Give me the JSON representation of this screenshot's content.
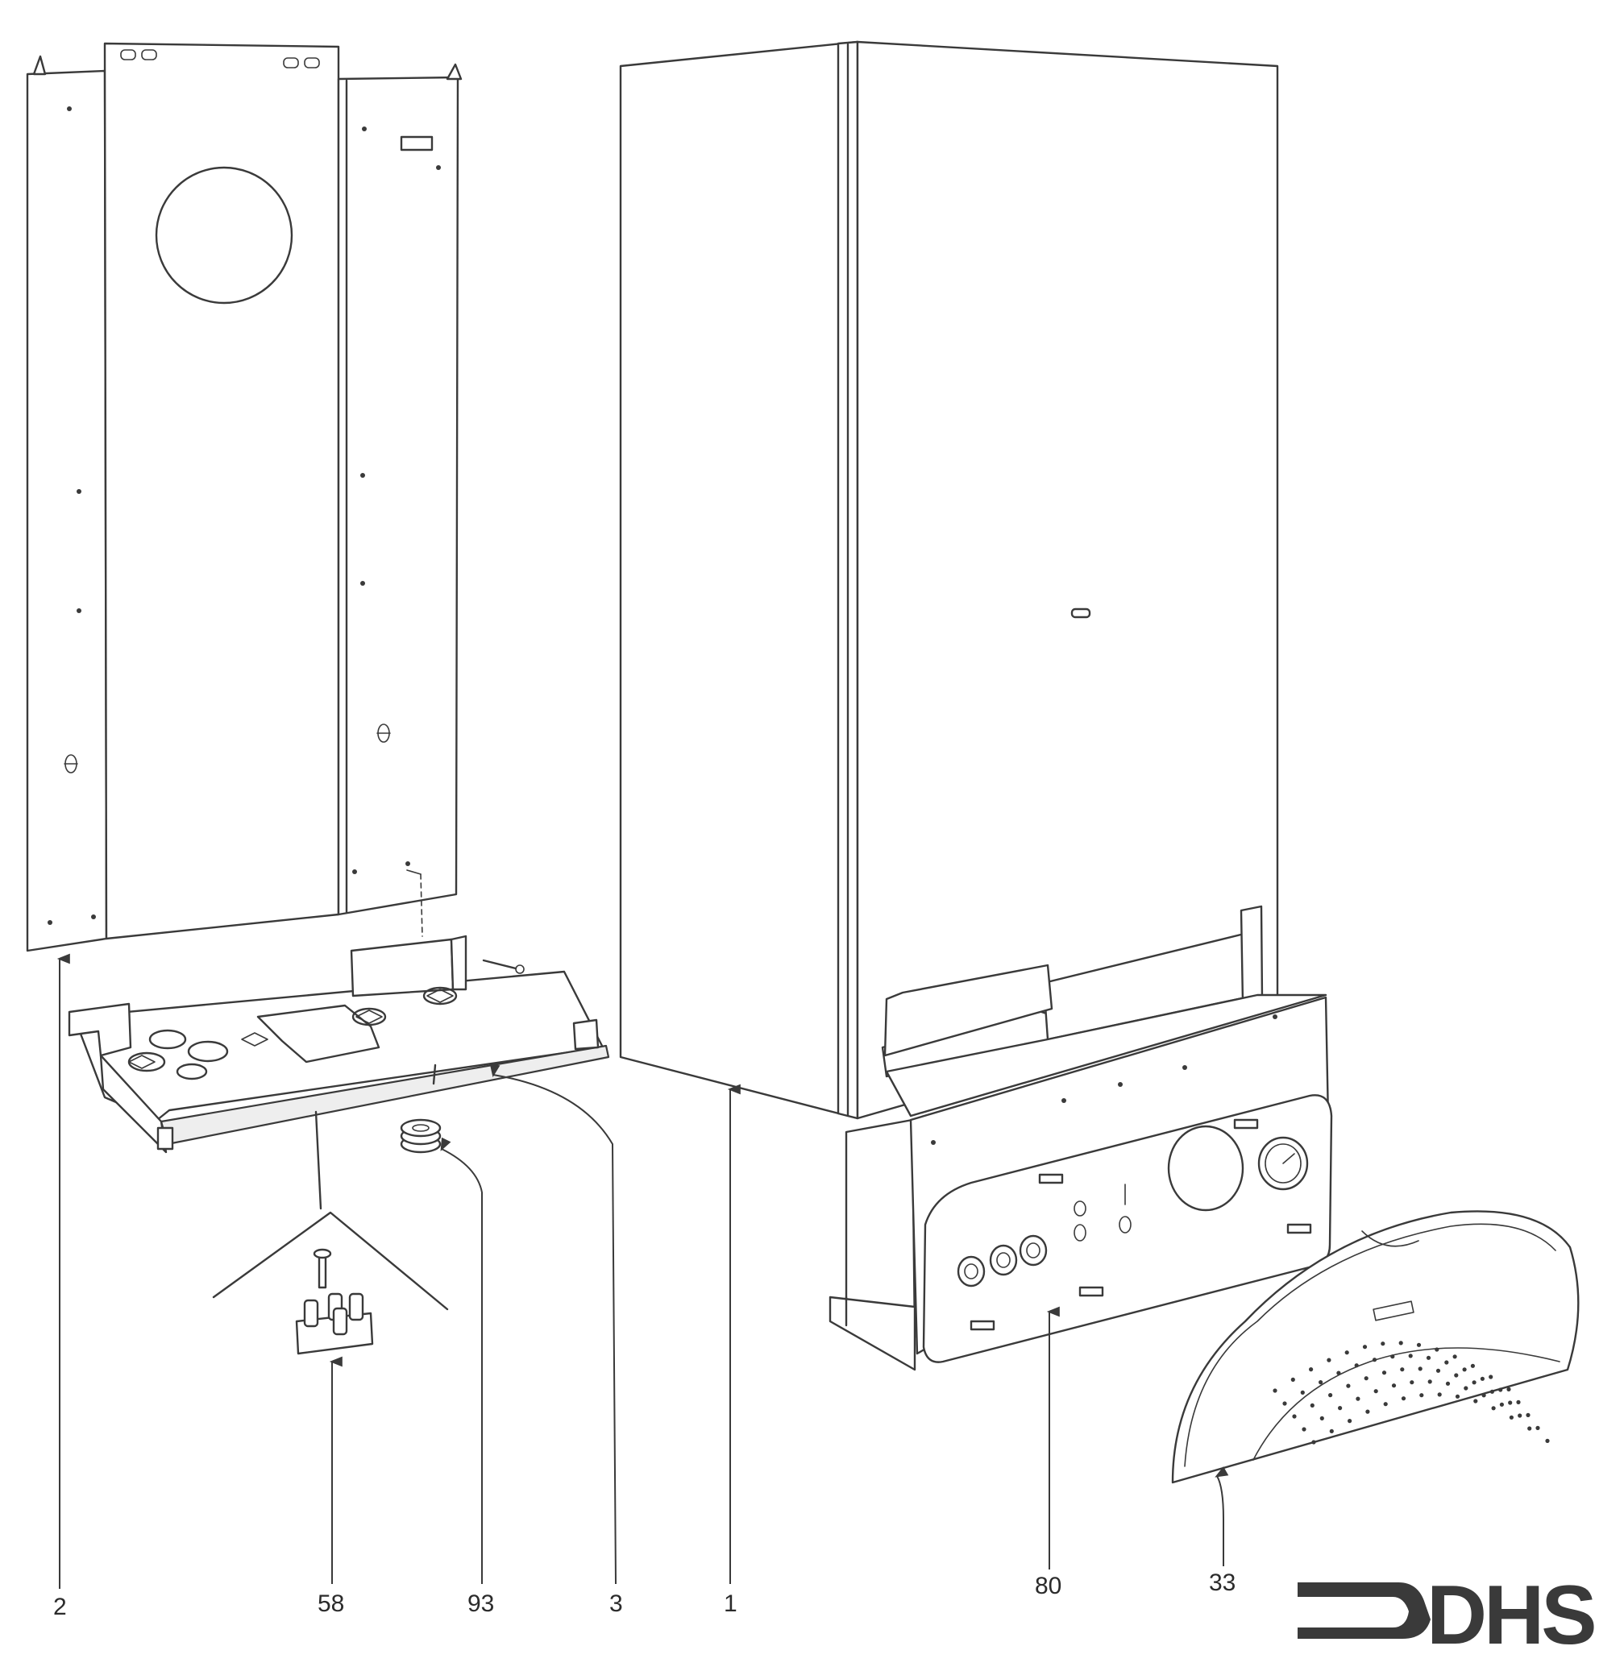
{
  "diagram": {
    "labels": {
      "part_2": "2",
      "part_58": "58",
      "part_93": "93",
      "part_3": "3",
      "part_1": "1",
      "part_80": "80",
      "part_33": "33"
    },
    "logo": {
      "text": "DHS"
    }
  }
}
